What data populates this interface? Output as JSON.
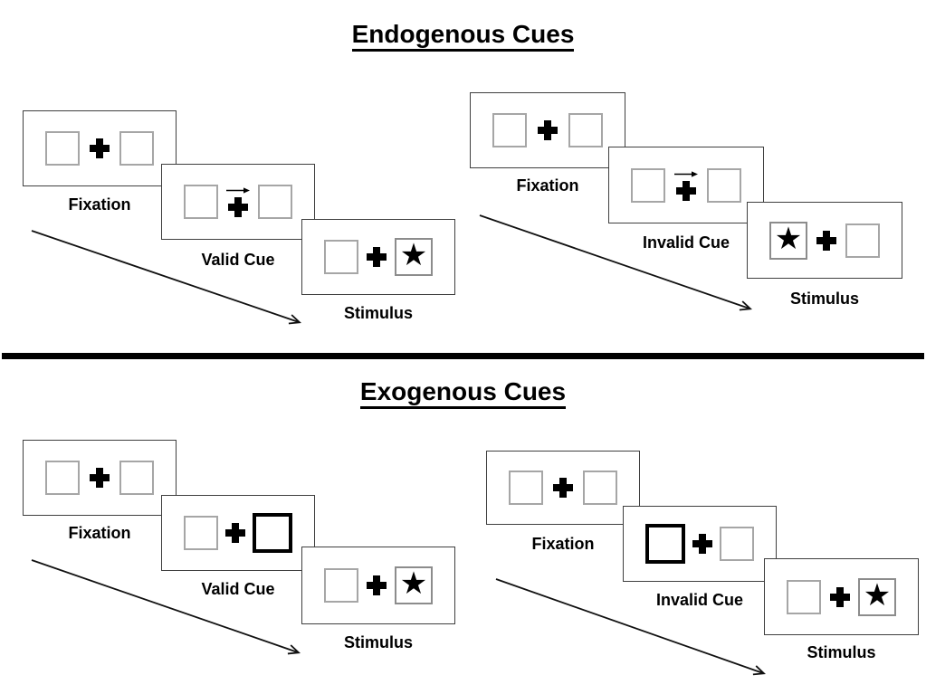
{
  "sections": [
    {
      "title": "Endogenous Cues",
      "sequences": [
        {
          "cue_validity": "valid",
          "cue_type": "central-arrow",
          "cue_direction": "right",
          "stimulus_side": "right",
          "panels": [
            {
              "label": "Fixation"
            },
            {
              "label": "Valid Cue"
            },
            {
              "label": "Stimulus"
            }
          ]
        },
        {
          "cue_validity": "invalid",
          "cue_type": "central-arrow",
          "cue_direction": "right",
          "stimulus_side": "left",
          "panels": [
            {
              "label": "Fixation"
            },
            {
              "label": "Invalid Cue"
            },
            {
              "label": "Stimulus"
            }
          ]
        }
      ]
    },
    {
      "title": "Exogenous Cues",
      "sequences": [
        {
          "cue_validity": "valid",
          "cue_type": "peripheral-box-highlight",
          "cue_side": "right",
          "stimulus_side": "right",
          "panels": [
            {
              "label": "Fixation"
            },
            {
              "label": "Valid Cue"
            },
            {
              "label": "Stimulus"
            }
          ]
        },
        {
          "cue_validity": "invalid",
          "cue_type": "peripheral-box-highlight",
          "cue_side": "left",
          "stimulus_side": "right",
          "panels": [
            {
              "label": "Fixation"
            },
            {
              "label": "Invalid Cue"
            },
            {
              "label": "Stimulus"
            }
          ]
        }
      ]
    }
  ],
  "icons": {
    "star": "★"
  },
  "colors": {
    "background": "#ffffff",
    "line": "#000000",
    "panel_border": "#3f3f3f",
    "square_border": "#a6a6a6"
  }
}
